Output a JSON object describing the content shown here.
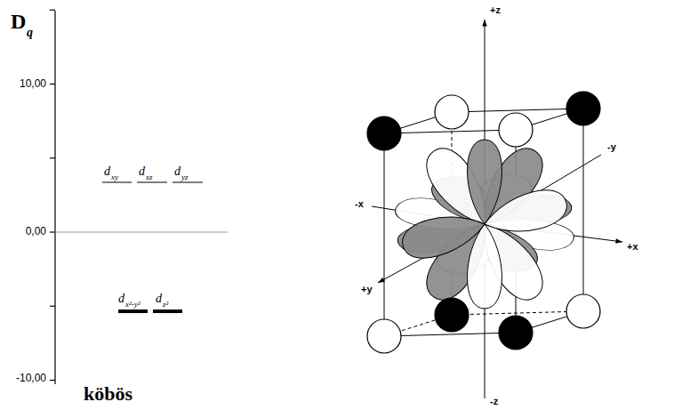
{
  "diagram": {
    "labels": [
      "D",
      "q",
      "10,00",
      "0,00",
      "-10,00",
      "d",
      "xy",
      "d",
      "xz",
      "d",
      "yz",
      "d",
      "x²-y²",
      "d",
      "z²",
      "köbös",
      "+z",
      "-y",
      "-x",
      "+x",
      "+y",
      "-z"
    ]
  }
}
